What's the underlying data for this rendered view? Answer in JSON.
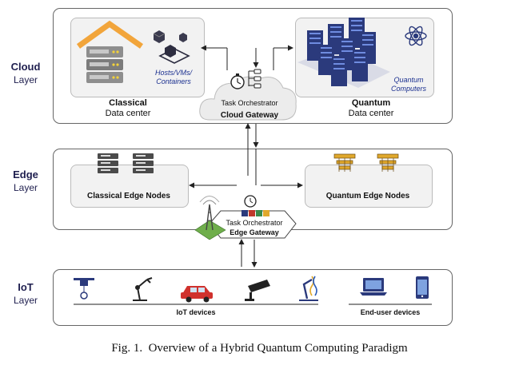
{
  "layers": {
    "cloud": {
      "line1": "Cloud",
      "line2": "Layer"
    },
    "edge": {
      "line1": "Edge",
      "line2": "Layer"
    },
    "iot": {
      "line1": "IoT",
      "line2": "Layer"
    }
  },
  "cloud": {
    "classical": {
      "title": "Classical",
      "subtitle": "Data center",
      "hosts_label": "Hosts/VMs/ Containers"
    },
    "quantum": {
      "title": "Quantum",
      "subtitle": "Data center",
      "computers_label": "Quantum Computers"
    },
    "gateway": {
      "orchestrator": "Task Orchestrator",
      "name": "Cloud Gateway"
    }
  },
  "edge": {
    "classical_nodes": "Classical Edge Nodes",
    "quantum_nodes": "Quantum Edge Nodes",
    "gateway": {
      "orchestrator": "Task Orchestrator",
      "name": "Edge Gateway"
    }
  },
  "iot": {
    "devices_label": "IoT devices",
    "enduser_label": "End-user devices"
  },
  "caption": "Fig. 1.  Overview of a Hybrid Quantum Computing Paradigm",
  "colors": {
    "accent_orange": "#f2a53b",
    "navy": "#1f2a6b",
    "server_gray": "#8a8a8a",
    "quantum_blue": "#2b5bb8"
  }
}
